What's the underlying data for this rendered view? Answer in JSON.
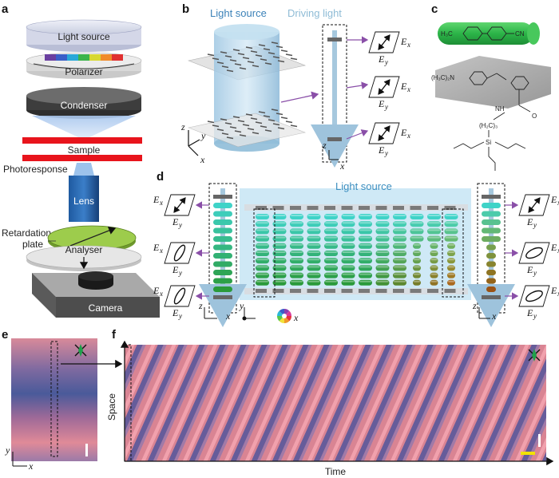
{
  "panels": {
    "a": "a",
    "b": "b",
    "c": "c",
    "d": "d",
    "e": "e",
    "f": "f"
  },
  "panel_a": {
    "light_source": "Light source",
    "polarizer": "Polarizer",
    "condenser": "Condenser",
    "sample": "Sample",
    "photoresponse": "Photoresponse",
    "lens": "Lens",
    "retardation_1": "Retardation",
    "retardation_2": "plate",
    "analyser": "Analyser",
    "camera": "Camera",
    "spectrum_colors": [
      "#6a3fa0",
      "#3a5fc8",
      "#2aa8d8",
      "#3cb44a",
      "#d8d830",
      "#f08a2a",
      "#e03030"
    ]
  },
  "panel_b": {
    "light_source": "Light source",
    "driving_light": "Driving light",
    "ax_z": "z",
    "ax_y": "y",
    "ax_x": "x",
    "inner_z": "z",
    "inner_x": "x",
    "ex": "E",
    "ex_sub": "x",
    "ey": "E",
    "ey_sub": "y"
  },
  "panel_c": {
    "m1_left": "H₃C",
    "m1_right": "CN",
    "m2_n": "(H₃C)₂N",
    "nh": "NH",
    "o": "O",
    "ch2": "(H₂C)₃",
    "si": "Si"
  },
  "panel_d": {
    "light_source": "Light source",
    "ex": "E",
    "ex_sub": "x",
    "ey": "E",
    "ey_sub": "y",
    "ax_z": "z",
    "ax_x": "x",
    "ax_y": "y"
  },
  "panel_e": {
    "ax_y": "y",
    "ax_x": "x"
  },
  "panel_f": {
    "ylabel": "Space",
    "xlabel": "Time"
  },
  "colors": {
    "light_blue": "#bfe3f3",
    "arrow_purple": "#8a4fa8",
    "cylinder_green": "#2fb84a",
    "sample_red": "#e8141c",
    "scale_yellow": "#f2e200"
  }
}
